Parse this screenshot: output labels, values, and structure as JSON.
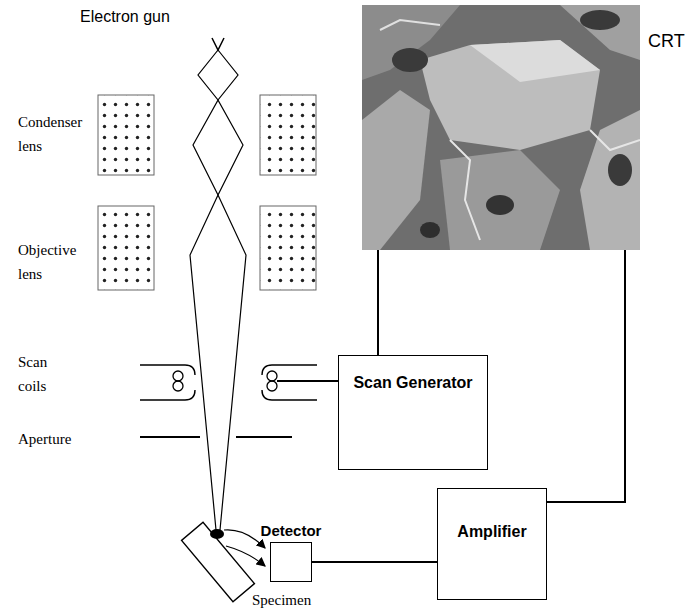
{
  "diagram": {
    "nodes": [
      {
        "text": [
          "CRT"
        ]
      },
      {
        "text": [
          "Scan Generator"
        ]
      },
      {
        "text": [
          "Detector"
        ]
      },
      {
        "text": [
          "Amplifier"
        ]
      }
    ],
    "edges": [
      {
        "from": 1,
        "to": 0,
        "arrow": "none"
      },
      {
        "from": 2,
        "to": 3,
        "arrow": "none"
      },
      {
        "from": 3,
        "to": 0,
        "arrow": "none"
      }
    ],
    "labels": [
      "Electron gun",
      "Condenser lens",
      "Objective lens",
      "Scan coils",
      "Aperture",
      "Specimen"
    ]
  }
}
